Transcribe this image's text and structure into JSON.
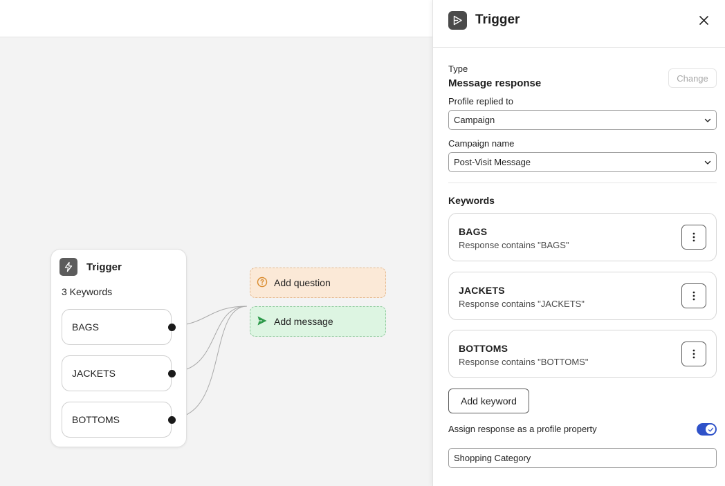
{
  "canvas": {
    "trigger_node": {
      "title": "Trigger",
      "count_label": "3 Keywords",
      "keywords": [
        {
          "label": "BAGS"
        },
        {
          "label": "JACKETS"
        },
        {
          "label": "BOTTOMS"
        }
      ]
    },
    "actions": [
      {
        "label": "Add question",
        "icon": "question-circle-icon",
        "color": "#fbe9d7"
      },
      {
        "label": "Add message",
        "icon": "send-icon",
        "color": "#ddf5e2"
      }
    ]
  },
  "panel": {
    "title": "Trigger",
    "type_label": "Type",
    "type_value": "Message response",
    "change_label": "Change",
    "profile_replied_label": "Profile replied to",
    "profile_replied_value": "Campaign",
    "campaign_name_label": "Campaign name",
    "campaign_name_value": "Post-Visit Message",
    "keywords_heading": "Keywords",
    "keywords": [
      {
        "name": "BAGS",
        "description": "Response contains \"BAGS\""
      },
      {
        "name": "JACKETS",
        "description": "Response contains \"JACKETS\""
      },
      {
        "name": "BOTTOMS",
        "description": "Response contains \"BOTTOMS\""
      }
    ],
    "add_keyword_label": "Add keyword",
    "assign_label": "Assign response as a profile property",
    "assign_enabled": true,
    "property_value": "Shopping Category"
  },
  "colors": {
    "accent": "#2f52c9",
    "question_bg": "#fbe9d7",
    "message_bg": "#ddf5e2",
    "question_icon": "#d98a2b",
    "message_icon": "#2e9a4b"
  }
}
